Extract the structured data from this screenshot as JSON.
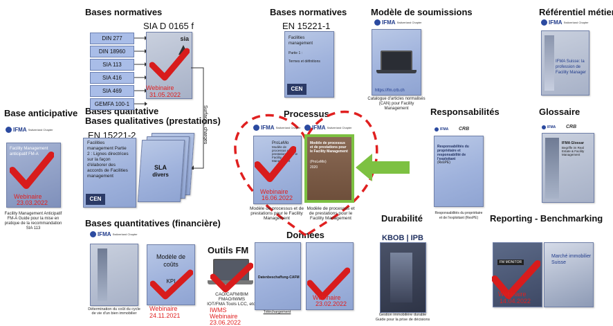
{
  "headers": {
    "bases_normatives_left": "Bases normatives",
    "bases_normatives_mid": "Bases normatives",
    "modele_soumissions": "Modèle de soumissions",
    "referentiel_metier": "Référentiel métier",
    "base_anticipative": "Base anticipative",
    "bases_qualitative": "Bases qualitative",
    "bases_qualitatives_prestations": "Bases qualitatives (prestations)",
    "processus": "Processus",
    "responsabilites": "Responsabilités",
    "glossaire": "Glossaire",
    "bases_quantitatives": "Bases quantitatives (financière)",
    "outils_fm": "Outils FM",
    "donnees": "Données",
    "durabilite": "Durabilité",
    "reporting": "Reporting - Benchmarking"
  },
  "norms_list": [
    "DIN 277",
    "DIN 18960",
    "SIA 113",
    "SIA 416",
    "SIA 469",
    "GEMFA 100-1"
  ],
  "sia_doc": {
    "title": "SIA D 0165 f",
    "logo": "sia",
    "webinaire": "Webinaire",
    "date": "31.05.2022"
  },
  "arrow_label": "Surfaces, charges",
  "en15221_1": {
    "title": "EN 15221-1",
    "line1": "Facilities",
    "line2": "management",
    "line3": "Partie 1 :",
    "line4": "Termes et définitions",
    "logo": "CEN"
  },
  "soumissions": {
    "logo": "IFMA",
    "logo_sub": "Switzerland Chapter",
    "url": "https://fm.crb.ch",
    "caption": "Catalogue d'articles normalisés (CAN) pour Facility Management"
  },
  "referentiel": {
    "logo": "IFMA",
    "logo_sub": "Switzerland Chapter",
    "doc_line1": "IFMA Suisse: la",
    "doc_line2": "profession de",
    "doc_line3": "Facility Manager"
  },
  "anticipative": {
    "logo": "IFMA",
    "logo_sub": "Switzerland Chapter",
    "doc_title1": "Facility Management",
    "doc_title2": "anticipatif FM-A",
    "webinaire": "Webinaire",
    "date": "23.03.2022",
    "caption": "Facility Management Anticipatif FM-A Guide pour la mise en pratique de la recommandation SIA 113"
  },
  "en15221_2": {
    "title": "EN 15221-2",
    "text": "Facilities management Partie 2 : Lignes directrices sur la façon d'élaborer des accords de Facilities management",
    "logo": "CEN",
    "sla_label": "SLA",
    "sla_sub": "divers"
  },
  "processus": {
    "logo": "IFMA",
    "logo_sub": "Switzerland Chapter",
    "doc1_title": "ProLeMo",
    "doc1_text": "Modèle de processus et de prestations pour le Facility Management",
    "webinaire": "Webinaire",
    "date": "16.06.2022",
    "doc2_title": "Modèle de processus et de prestations pour le Facility Management",
    "doc2_sub": "(ProLeMo)",
    "doc2_year": "2020",
    "caption1": "Modèle de processus et de prestations pour le Facility Management",
    "caption2": "Modèle de processus et de prestations pour le Facility Management"
  },
  "responsabilites": {
    "logo": "IFMA",
    "logo2": "CRB",
    "doc_title": "Responsabilités du propriétaire et responsabilité de l'exploitant",
    "doc_sub": "(ResPE)",
    "caption": "Responsabilités du propriétaire et de l'exploitant (ResPE)"
  },
  "glossaire": {
    "logo": "IFMA",
    "logo2": "CRB",
    "doc_title": "IFMA Glossar",
    "doc_sub": "Begriffe im Real Estate & Facility Management"
  },
  "quantitatives": {
    "logo": "IFMA",
    "logo_sub": "Switzerland Chapter",
    "modele1": "Modèle de",
    "modele2": "coûts",
    "kpi": "KPI",
    "webinaire": "Webinaire",
    "date": "24.11.2021",
    "caption": "Détermination du coût du cycle de vie d'un bien immobilier"
  },
  "outils": {
    "caption_l1": "CAO/CAFM/BIM",
    "caption_l2": "FMAO/IWMS",
    "caption_l3": "IOT/FMA Tools LCC, etc.",
    "iwms": "IWMS",
    "webinaire": "Webinaire",
    "date": "23.06.2022"
  },
  "donnees": {
    "doc_title": "Datenbeschaffung-CAFM",
    "doc_caption": "Téléchargement",
    "webinaire": "Webinaire",
    "date": "23.02.2022"
  },
  "durabilite": {
    "logo": "KBOB | IPB",
    "caption1": "Gestion immobilière durable",
    "caption2": "Guide pour la prise de décisions"
  },
  "reporting": {
    "doc1_label": "FM MONITOR",
    "doc2_line1": "Marché immobilier",
    "doc2_line2": "Suisse",
    "webinaire": "Webinaire",
    "date": "14.04.2022"
  },
  "colors": {
    "check": "#d81c1c",
    "heart": "#e02020",
    "green_arrow": "#7dc142",
    "doc_blue": "#9fb2dc"
  }
}
